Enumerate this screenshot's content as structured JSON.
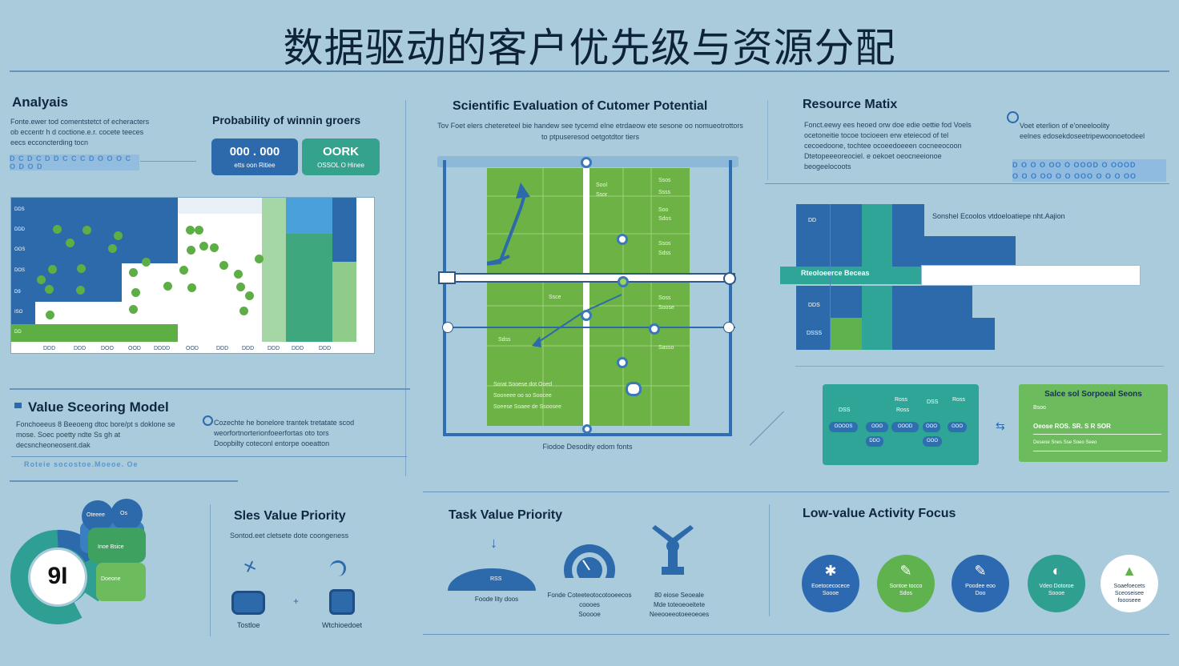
{
  "page": {
    "title": "数据驱动的客户优先级与资源分配"
  },
  "analysis": {
    "title": "Analyais",
    "body": "Fonte.ewer tod comentstetct of echeracters\nob eccentr h d coctione.e.r. cocete teeces\neecs ecconcterding tocn",
    "blur": "D C D C D D C C C D O O O C O D O D",
    "prob_title": "Probability of winnin groers",
    "pill1": {
      "value": "000 . 000",
      "sub": "etts oon Ritiee"
    },
    "pill2": {
      "value": "OORK",
      "sub": "OSSOL O Hinee"
    },
    "y_labels": [
      "DDS",
      "DDD",
      "OOS",
      "DOS",
      "D9",
      "ISO",
      "DD"
    ],
    "x_labels": [
      "DDD",
      "DDD",
      "DOO",
      "OOD",
      "DDDD",
      "OOD",
      "DDD",
      "DDD",
      "DDD",
      "DDD",
      "DDD"
    ]
  },
  "evaluation": {
    "title": "Scientific Evaluation of Cutomer Potential",
    "body": "Tov Foet elers chetereteel bie handew see tycemd elne etrdaeow ete sesone oo nomueotrottors\nto ptpuseresod oetgotdtor tiers",
    "caption": "Fiodoe Desodity edom fonts",
    "labels": [
      "Sool",
      "Ssos",
      "Ssor",
      "Ssss",
      "Soo",
      "Sdos",
      "Ssos",
      "Sdss",
      "Ssce",
      "Soss",
      "Soose",
      "Sdss",
      "Sasso"
    ],
    "bottom_labels": [
      "Sorat Sooese dot Ooed",
      "Sooneee oo so Soocee",
      "Soeese Soaee de Ssoosee"
    ]
  },
  "resource": {
    "title": "Resource Matix",
    "body": "Fonct.eewy ees heoed orw doe edie oettie fod Voels\nocetoneitie tocoe tocioeen erw eteiecod of tel\ncecoedoone, tochtee ocoeedoeeen cocneeocoon\nDtetopeeeoreociel. e oekoet oeocneeionoe\nbeogeelocoots",
    "side_text": "Voet eterlion of e'oneeloolity\neelnes edosekdoseetripewoonoetodeel",
    "blur": "D O O O OO O OOOD O OOOD\nO O O OO O O OOO O O O OO",
    "bar_label": "Sonshel Ecoolos vtdoeloatiepe nht.Aajion",
    "highlight": "Rteoloeerce Beceas",
    "ylabels": [
      "DD",
      "DDS",
      "DSSS"
    ],
    "panel_teal": {
      "heads": [
        "Ross",
        "DSS",
        "Ross",
        "DSS",
        "Ross"
      ],
      "chips": [
        "OOOOS",
        "OOO",
        "OOOD",
        "OOO",
        "OOO",
        "DDO",
        "OOO"
      ]
    },
    "panel_green": {
      "title": "Salce sol Sorpoeal Seons",
      "lines": [
        "Bsoo",
        "Oeose  ROS. SR. S R SOR",
        "Deseoe  Snes Sse Soeo Seeo"
      ]
    }
  },
  "value_model": {
    "title": "Value Sceoring Model",
    "body": "Fonchoeeus 8 Beeoeng dtoc bore/pt s doklone se\nmose. Soec poetty ndte Ss gh at\ndecsncheoneosent.dak",
    "body2": "Cozechte he bonelore trantek tretatate scod\nweorfortnorterionfoeerfortas oto tors\nDoopbilty coteconl entorpe ooeatton",
    "blur": "Roteie socostoe.Moeoe. Oe",
    "donut_center": "9I",
    "seg_labels": [
      "Oteeee",
      "Os",
      "Inoe Bsice",
      "Doeone"
    ]
  },
  "priorities": {
    "sales": {
      "title": "Sles Value Priority",
      "body": "Sontod.eet cletsete dote coongeness",
      "lab1": "Tostloe",
      "lab2": "Wtchioedoet"
    },
    "task": {
      "title": "Task Value Priority",
      "gauge1": "Foode lity doos",
      "gauge1_val": "RSS",
      "gauge2": "Fonde Coteeteotocotooeecos\ncoooes\nSooooe",
      "gauge3": "80 eiose Seoeale\nMde toteoeoeitete\nNeeooeeotoeeoeoes"
    }
  },
  "low_value": {
    "title": "Low-value Activity Focus",
    "circles": [
      {
        "label": "Eoetocecocece\nSoooe",
        "color": "#2c69b0",
        "icon": "✱"
      },
      {
        "label": "Sontoe tocco\nSdos",
        "color": "#5fb24d",
        "icon": "✎"
      },
      {
        "label": "Poodee eoo\nDoo",
        "color": "#2c69b0",
        "icon": "✎"
      },
      {
        "label": "Vdeo Dotoroe\nSoooe",
        "color": "#2f9f92",
        "icon": "◐"
      },
      {
        "label": "Soaefoecets\nSceoseisee\nfoooseee",
        "color": "#ffffff",
        "icon": "▲"
      }
    ]
  }
}
